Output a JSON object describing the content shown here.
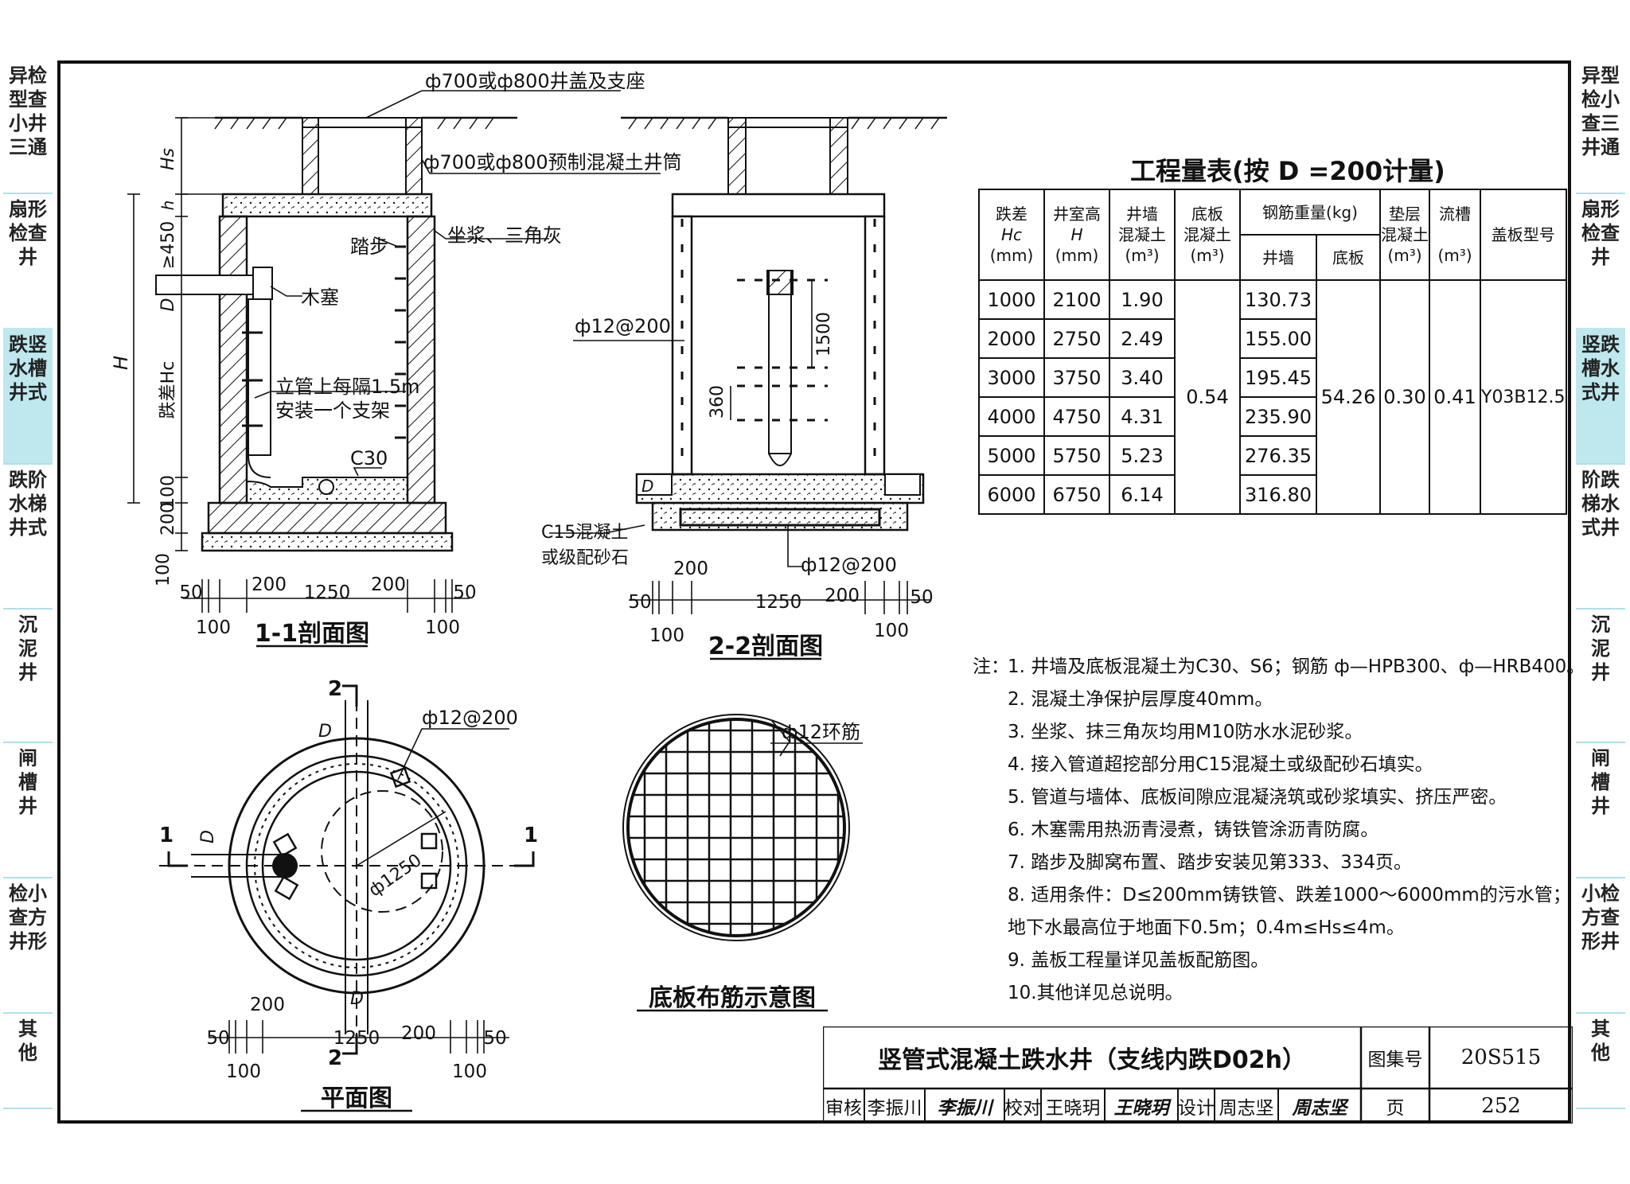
{
  "sidebar_left": [
    {
      "label": "异检型查小井三通",
      "active": false
    },
    {
      "label": "扇形检查井",
      "active": false
    },
    {
      "label": "跌竖水槽井式",
      "active": true
    },
    {
      "label": "跌阶水梯井式",
      "active": false
    },
    {
      "label": "沉泥井",
      "active": false
    },
    {
      "label": "闸槽井",
      "active": false
    },
    {
      "label": "检小查方井形",
      "active": false
    },
    {
      "label": "其他",
      "active": false
    }
  ],
  "sidebar_right": [
    {
      "label": "异型检小查三井通",
      "active": false
    },
    {
      "label": "扇形检查井",
      "active": false
    },
    {
      "label": "竖跌槽水式井",
      "active": true
    },
    {
      "label": "阶跌梯水式井",
      "active": false
    },
    {
      "label": "沉泥井",
      "active": false
    },
    {
      "label": "闸槽井",
      "active": false
    },
    {
      "label": "小检方查形井",
      "active": false
    },
    {
      "label": "其他",
      "active": false
    }
  ],
  "section_1": {
    "caption": "1-1剖面图",
    "cover_label": "ф700或ф800井盖及支座",
    "shaft_label": "ф700或ф800预制混凝土井筒",
    "step_label": "踏步",
    "mortar_label": "坐浆、三角灰",
    "plug_label": "木塞",
    "bracket_note_1": "立管上每隔1.5m",
    "bracket_note_2": "安装一个支架",
    "concrete_label": "C30",
    "dims_vertical": [
      "Hs",
      "h",
      "≥450",
      "D",
      "H",
      "跌差Hc",
      "100",
      "200",
      "100"
    ],
    "dims_bottom_upper": [
      "50",
      "200",
      "1250",
      "200",
      "50"
    ],
    "dims_bottom_lower": [
      "100",
      "100"
    ]
  },
  "section_2": {
    "caption": "2-2剖面图",
    "rebar_wall": "ф12@200",
    "rebar_base": "ф12@200",
    "spacing_1500": "1500",
    "spacing_360": "360",
    "fill_label_1": "C15混凝土",
    "fill_label_2": "或级配砂石",
    "pipe_d": "D",
    "dims_bottom_upper": [
      "200",
      "50",
      "1250",
      "200",
      "50"
    ],
    "dims_bottom_lower": [
      "100",
      "100"
    ]
  },
  "plan": {
    "caption": "平面图",
    "cut_2": "2",
    "cut_1": "1",
    "rebar": "ф12@200",
    "dia": "ф1250",
    "pipe_d": "D",
    "dims_bottom_upper": [
      "200",
      "50",
      "1250",
      "200",
      "50"
    ],
    "dims_bottom_lower": [
      "100",
      "100"
    ]
  },
  "base_plan": {
    "caption": "底板布筋示意图",
    "ring_label": "ф12环筋"
  },
  "quantity_table": {
    "title": "工程量表(按 D =200计量)",
    "headers": {
      "hc": [
        "跌差",
        "Hc",
        "(mm)"
      ],
      "h": [
        "井室高",
        "H",
        "(mm)"
      ],
      "wall_conc": [
        "井墙",
        "混凝土",
        "(m³)"
      ],
      "base_conc": [
        "底板",
        "混凝土",
        "(m³)"
      ],
      "steel": "钢筋重量(kg)",
      "steel_wall": "井墙",
      "steel_base": "底板",
      "cushion": [
        "垫层",
        "混凝土",
        "(m³)"
      ],
      "channel": [
        "流槽",
        "(m³)"
      ],
      "cover_type": "盖板型号"
    },
    "rows": [
      {
        "hc": "1000",
        "h": "2100",
        "wall": "1.90",
        "steel_wall": "130.73"
      },
      {
        "hc": "2000",
        "h": "2750",
        "wall": "2.49",
        "steel_wall": "155.00"
      },
      {
        "hc": "3000",
        "h": "3750",
        "wall": "3.40",
        "steel_wall": "195.45"
      },
      {
        "hc": "4000",
        "h": "4750",
        "wall": "4.31",
        "steel_wall": "235.90"
      },
      {
        "hc": "5000",
        "h": "5750",
        "wall": "5.23",
        "steel_wall": "276.35"
      },
      {
        "hc": "6000",
        "h": "6750",
        "wall": "6.14",
        "steel_wall": "316.80"
      }
    ],
    "merged": {
      "base_conc": "0.54",
      "steel_base": "54.26",
      "cushion": "0.30",
      "channel": "0.41",
      "cover_type": "Y03B12.5"
    }
  },
  "notes": {
    "prefix": "注：",
    "items": [
      "1. 井墙及底板混凝土为C30、S6；钢筋 ф—HPB300、ф—HRB400。",
      "2. 混凝土净保护层厚度40mm。",
      "3. 坐浆、抹三角灰均用M10防水水泥砂浆。",
      "4. 接入管道超挖部分用C15混凝土或级配砂石填实。",
      "5. 管道与墙体、底板间隙应混凝浇筑或砂浆填实、挤压严密。",
      "6. 木塞需用热沥青浸煮，铸铁管涂沥青防腐。",
      "7. 踏步及脚窝布置、踏步安装见第333、334页。",
      "8. 适用条件：D≤200mm铸铁管、跌差1000～6000mm的污水管；",
      "   地下水最高位于地面下0.5m；0.4m≤Hs≤4m。",
      "9. 盖板工程量详见盖板配筋图。",
      "10.其他详见总说明。"
    ]
  },
  "title_block": {
    "drawing_title": "竖管式混凝土跌水井（支线内跌D02h）",
    "atlas_label": "图集号",
    "atlas_no": "20S515",
    "page_label": "页",
    "page_no": "252",
    "review_label": "审核",
    "reviewer": "李振川",
    "reviewer_sig": "李振川",
    "check_label": "校对",
    "checker": "王晓玥",
    "checker_sig": "王晓玥",
    "design_label": "设计",
    "designer": "周志坚",
    "designer_sig": "周志坚"
  }
}
